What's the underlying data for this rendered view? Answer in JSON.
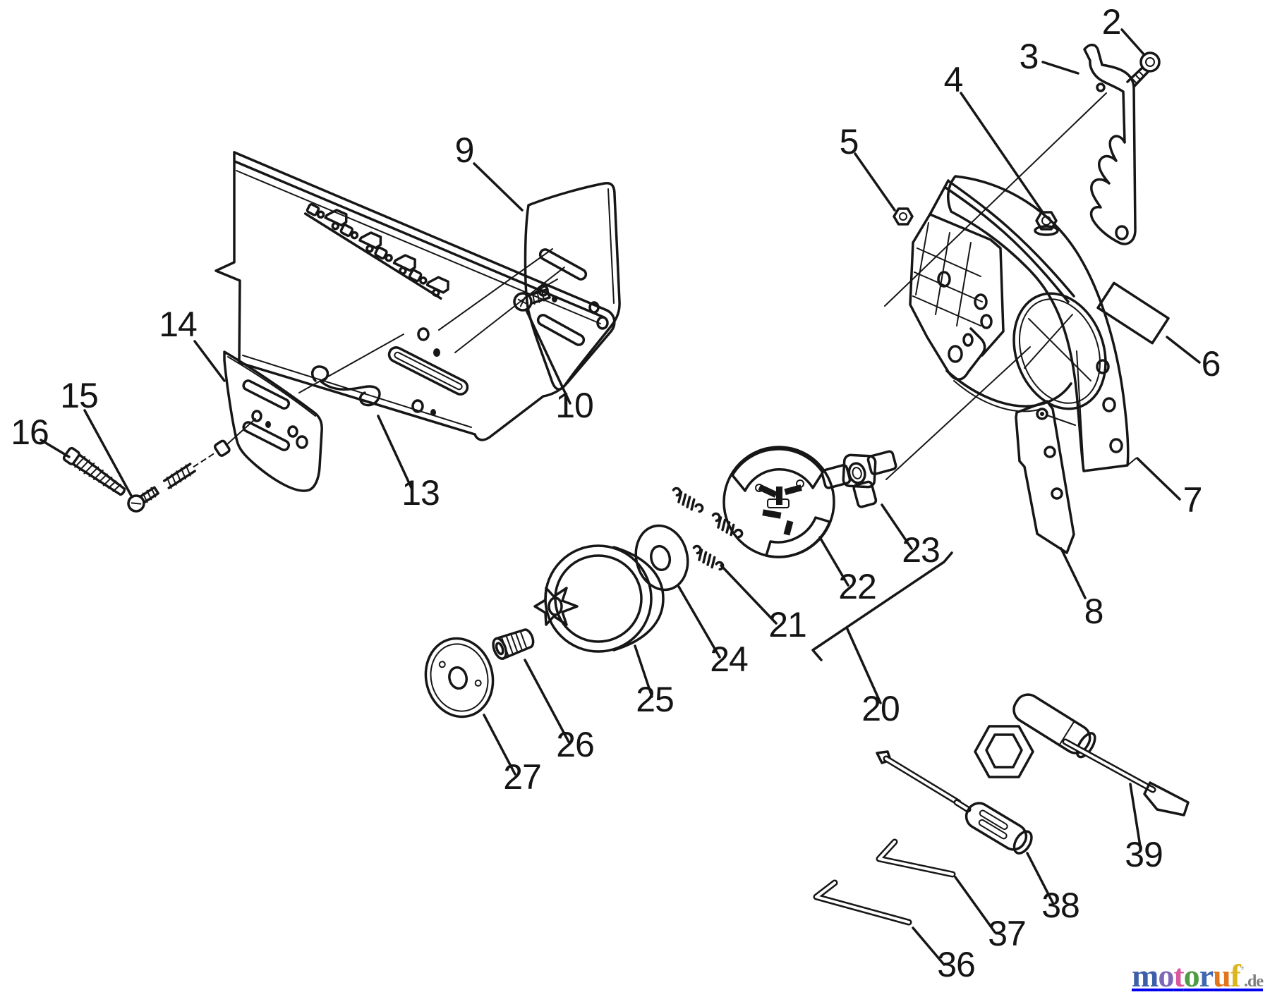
{
  "canvas": {
    "background": "#ffffff",
    "ink": "#161616"
  },
  "callouts": [
    "2",
    "3",
    "4",
    "5",
    "6",
    "7",
    "8",
    "9",
    "10",
    "13",
    "14",
    "15",
    "16",
    "20",
    "21",
    "22",
    "23",
    "24",
    "25",
    "26",
    "27",
    "36",
    "37",
    "38",
    "39"
  ],
  "logo": {
    "letters": [
      {
        "ch": "m",
        "color": "#3c5fa7"
      },
      {
        "ch": "o",
        "color": "#7d68b8"
      },
      {
        "ch": "t",
        "color": "#d8579e"
      },
      {
        "ch": "o",
        "color": "#4e9d45"
      },
      {
        "ch": "r",
        "color": "#4068b0"
      },
      {
        "ch": "u",
        "color": "#e2761c"
      },
      {
        "ch": "f",
        "color": "#ddb51f"
      }
    ],
    "tick": "’",
    "tick_color": "#b0b0b0",
    "suffix": ".de",
    "suffix_color": "#7d7d7d"
  }
}
